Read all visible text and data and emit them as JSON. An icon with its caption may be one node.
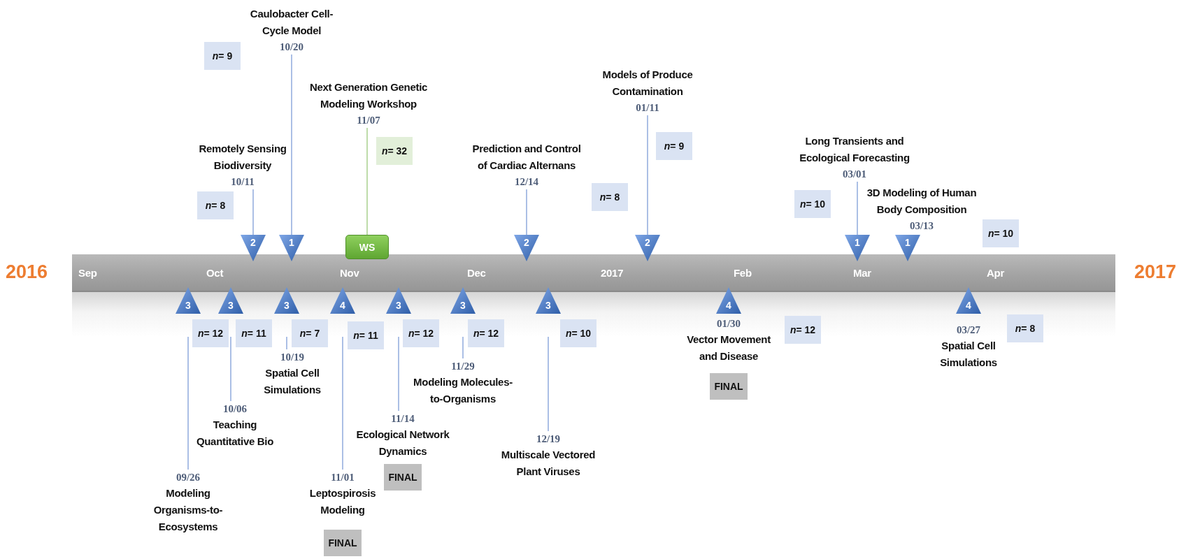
{
  "diagram": {
    "nodes": [
      {
        "text": [
          "Caulobacter Cell-Cycle Model",
          "10/20"
        ]
      },
      {
        "text": [
          "*n*= 9"
        ]
      },
      {
        "text": [
          "1"
        ]
      },
      {
        "text": [
          "Remotely Sensing Biodiversity",
          "10/11"
        ]
      },
      {
        "text": [
          "*n*= 8"
        ]
      },
      {
        "text": [
          "2"
        ]
      },
      {
        "text": [
          "Next Generation Genetic Modeling Workshop",
          "11/07"
        ]
      },
      {
        "text": [
          "*n*= 32"
        ]
      },
      {
        "text": [
          "WS"
        ]
      },
      {
        "text": [
          "Prediction and Control of Cardiac Alternans",
          "12/14"
        ]
      },
      {
        "text": [
          "*n*= 8"
        ]
      },
      {
        "text": [
          "2"
        ]
      },
      {
        "text": [
          "Models of Produce Contamination",
          "01/11"
        ]
      },
      {
        "text": [
          "*n*= 9"
        ]
      },
      {
        "text": [
          "2"
        ]
      },
      {
        "text": [
          "Long Transients and Ecological Forecasting",
          "03/01"
        ]
      },
      {
        "text": [
          "*n*= 10"
        ]
      },
      {
        "text": [
          "1"
        ]
      },
      {
        "text": [
          "3D Modeling of Human Body Composition",
          "03/13"
        ]
      },
      {
        "text": [
          "*n*= 10"
        ]
      },
      {
        "text": [
          "1"
        ]
      },
      {
        "text": [
          "3"
        ]
      },
      {
        "text": [
          "*n*= 12"
        ]
      },
      {
        "text": [
          "09/26",
          "Modeling Organisms-to-Ecosystems"
        ]
      },
      {
        "text": [
          "3"
        ]
      },
      {
        "text": [
          "*n*= 11"
        ]
      },
      {
        "text": [
          "10/06",
          "Teaching Quantitative Bio"
        ]
      },
      {
        "text": [
          "3"
        ]
      },
      {
        "text": [
          "*n*= 7"
        ]
      },
      {
        "text": [
          "10/19",
          "Spatial Cell Simulations"
        ]
      },
      {
        "text": [
          "4"
        ]
      },
      {
        "text": [
          "*n*= 11"
        ]
      },
      {
        "text": [
          "11/01",
          "Leptospirosis Modeling"
        ]
      },
      {
        "text": [
          "FINAL"
        ]
      },
      {
        "text": [
          "3"
        ]
      },
      {
        "text": [
          "*n*= 12"
        ]
      },
      {
        "text": [
          "11/14",
          "Ecological Network Dynamics"
        ]
      },
      {
        "text": [
          "FINAL"
        ]
      },
      {
        "text": [
          "3"
        ]
      },
      {
        "text": [
          "*n*= 12"
        ]
      },
      {
        "text": [
          "11/29",
          "Modeling Molecules-to-Organisms"
        ]
      },
      {
        "text": [
          "3"
        ]
      },
      {
        "text": [
          "*n*= 10"
        ]
      },
      {
        "text": [
          "12/19",
          "Multiscale Vectored Plant Viruses"
        ]
      },
      {
        "text": [
          "4"
        ]
      },
      {
        "text": [
          "01/30",
          "Vector Movement and Disease"
        ]
      },
      {
        "text": [
          "FINAL"
        ]
      },
      {
        "text": [
          "*n*= 12"
        ]
      },
      {
        "text": [
          "4"
        ]
      },
      {
        "text": [
          "03/27",
          "Spatial Cell Simulations"
        ]
      },
      {
        "text": [
          "*n*= 8"
        ]
      }
    ],
    "edges": [
      {
        "from": 0,
        "to": 2,
        "arrow": "none"
      },
      {
        "from": 3,
        "to": 5,
        "arrow": "none"
      },
      {
        "from": 6,
        "to": 8,
        "arrow": "none",
        "color": "#a9d18e"
      },
      {
        "from": 9,
        "to": 11,
        "arrow": "none"
      },
      {
        "from": 12,
        "to": 14,
        "arrow": "none"
      },
      {
        "from": 15,
        "to": 17,
        "arrow": "none"
      },
      {
        "from": 23,
        "to": 21,
        "arrow": "none"
      },
      {
        "from": 26,
        "to": 24,
        "arrow": "none"
      },
      {
        "from": 29,
        "to": 27,
        "arrow": "none"
      },
      {
        "from": 32,
        "to": 30,
        "arrow": "none"
      },
      {
        "from": 36,
        "to": 34,
        "arrow": "none"
      },
      {
        "from": 40,
        "to": 38,
        "arrow": "none"
      },
      {
        "from": 43,
        "to": 41,
        "arrow": "none"
      }
    ],
    "labels": [
      "2016",
      "Sep",
      "Oct",
      "Nov",
      "Dec",
      "2017",
      "Feb",
      "Mar",
      "Apr",
      "2017"
    ]
  }
}
